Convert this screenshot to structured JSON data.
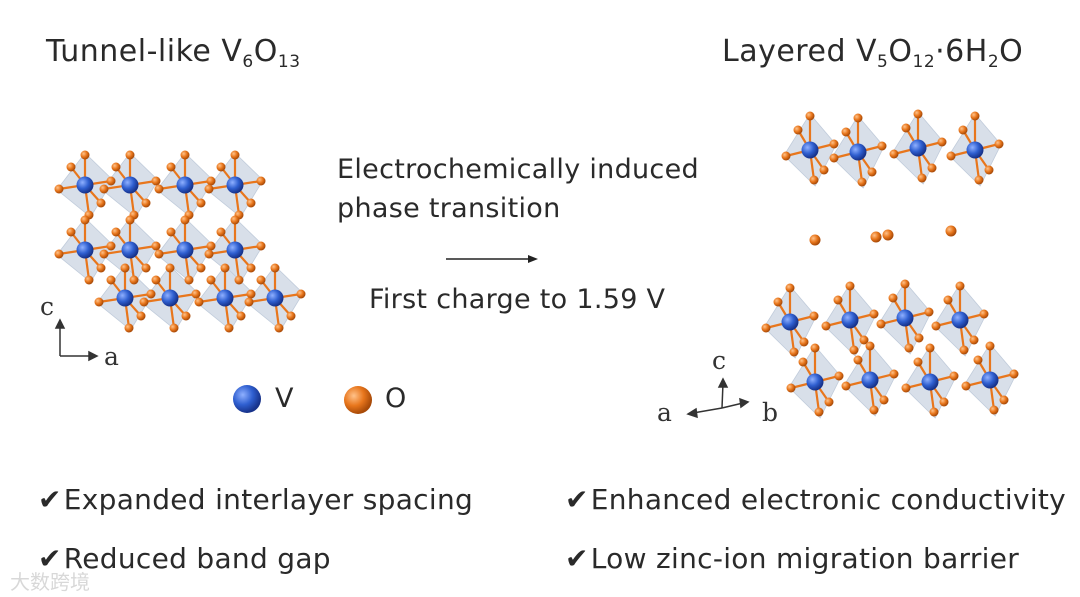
{
  "left_title": {
    "text": "Tunnel-like V",
    "s1": "6",
    "o": "O",
    "s2": "13"
  },
  "right_title": {
    "text": "Layered V",
    "s1": "5",
    "o": "O",
    "s2": "12",
    "dot": "·6H",
    "s3": "2",
    "end": "O"
  },
  "process": {
    "line1": "Electrochemically induced",
    "line2": "phase transition",
    "charge": "First charge to 1.59 V"
  },
  "legend": {
    "v_label": "V",
    "o_label": "O",
    "v_color": "#2f5fd0",
    "o_color": "#e8761c"
  },
  "left_axes": {
    "c": "c",
    "a": "a"
  },
  "right_axes": {
    "c": "c",
    "a": "a",
    "b": "b"
  },
  "properties": {
    "check": "✔",
    "left": [
      "Expanded interlayer spacing",
      "Reduced band gap"
    ],
    "right": [
      "Enhanced electronic conductivity",
      "Low zinc-ion migration barrier"
    ]
  },
  "watermark": "大数跨境"
}
